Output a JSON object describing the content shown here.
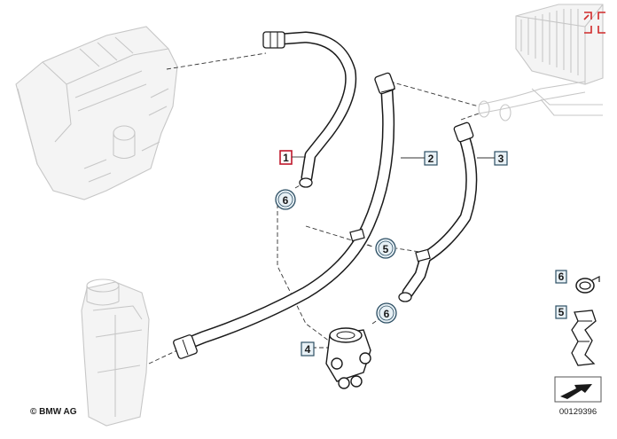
{
  "diagram": {
    "labels": {
      "part1": "1",
      "part2": "2",
      "part3": "3",
      "part4": "4",
      "part5": "5",
      "part6": "6"
    },
    "copyright": "© BMW AG",
    "drawing_number": "00129396",
    "legend": [
      {
        "number": "6",
        "item": "hose clamp"
      },
      {
        "number": "5",
        "item": "hose bracket"
      }
    ],
    "icons": {
      "expand": "expand-arrows-icon",
      "next_page": "page-arrow-icon"
    },
    "colors": {
      "selected_callout": "#c0182c",
      "callout_border": "#2d4f64",
      "expand_icon": "#d02a2a"
    }
  }
}
